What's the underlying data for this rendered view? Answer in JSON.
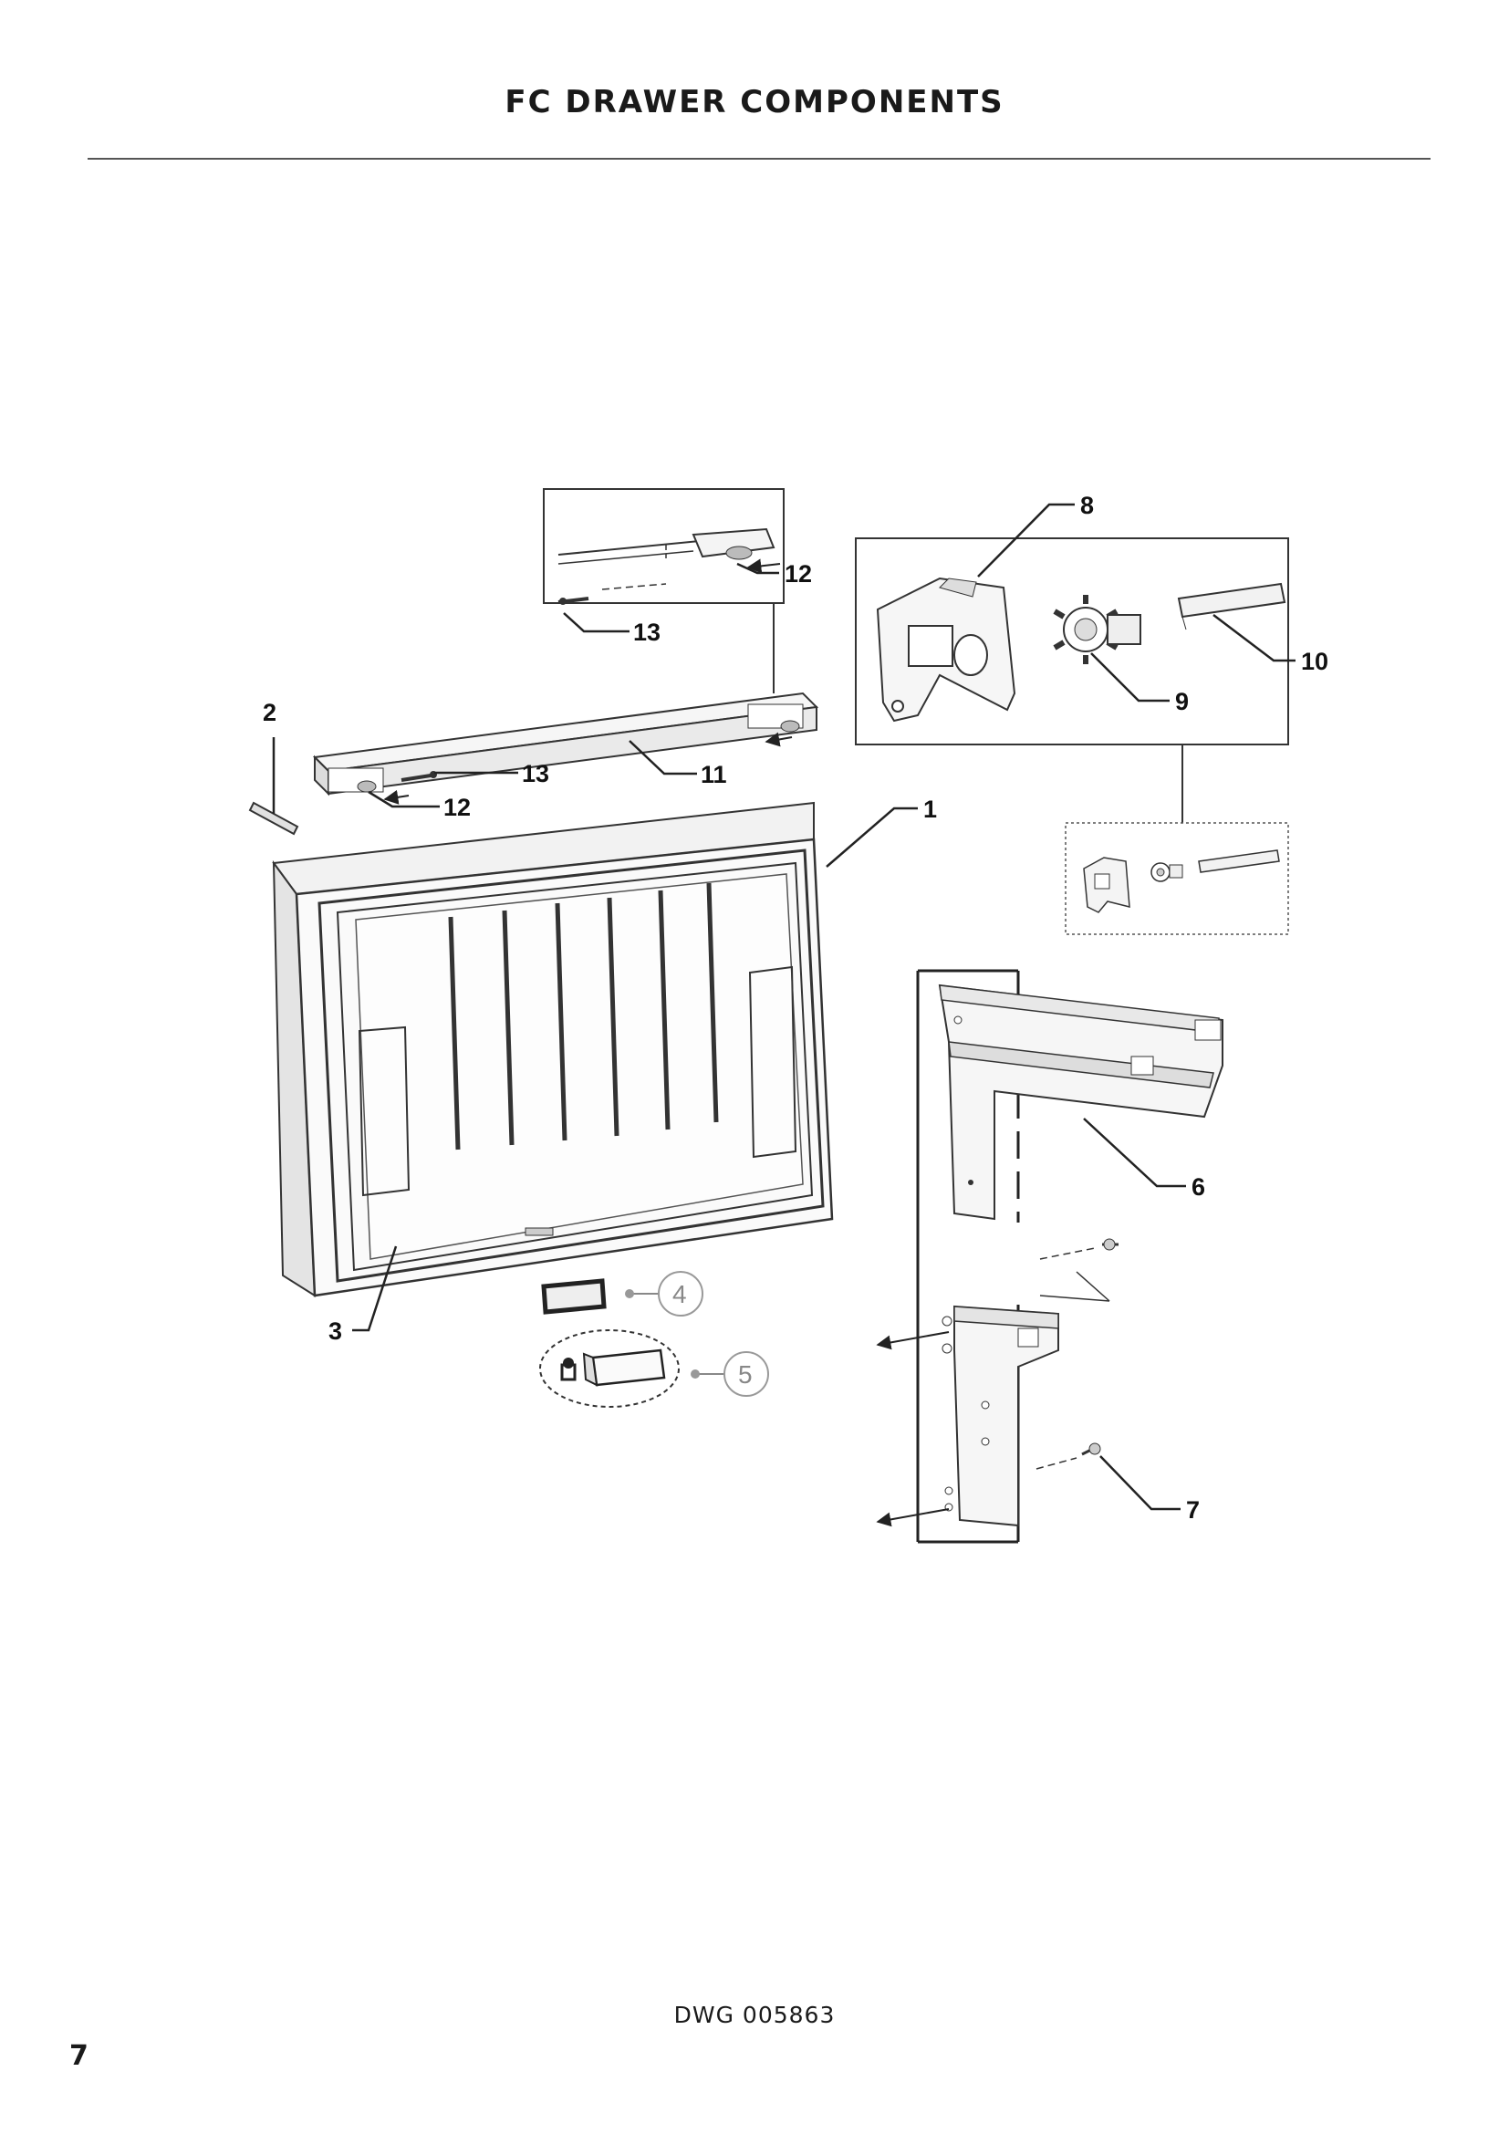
{
  "header": {
    "title": "FC DRAWER COMPONENTS"
  },
  "callouts": {
    "c1": "1",
    "c2": "2",
    "c3": "3",
    "c4": "4",
    "c5": "5",
    "c6": "6",
    "c7": "7",
    "c8": "8",
    "c9": "9",
    "c10": "10",
    "c11": "11",
    "c12a": "12",
    "c12b": "12",
    "c13a": "13",
    "c13b": "13"
  },
  "footer": {
    "drawing_number": "DWG 005863",
    "page_number": "7"
  }
}
